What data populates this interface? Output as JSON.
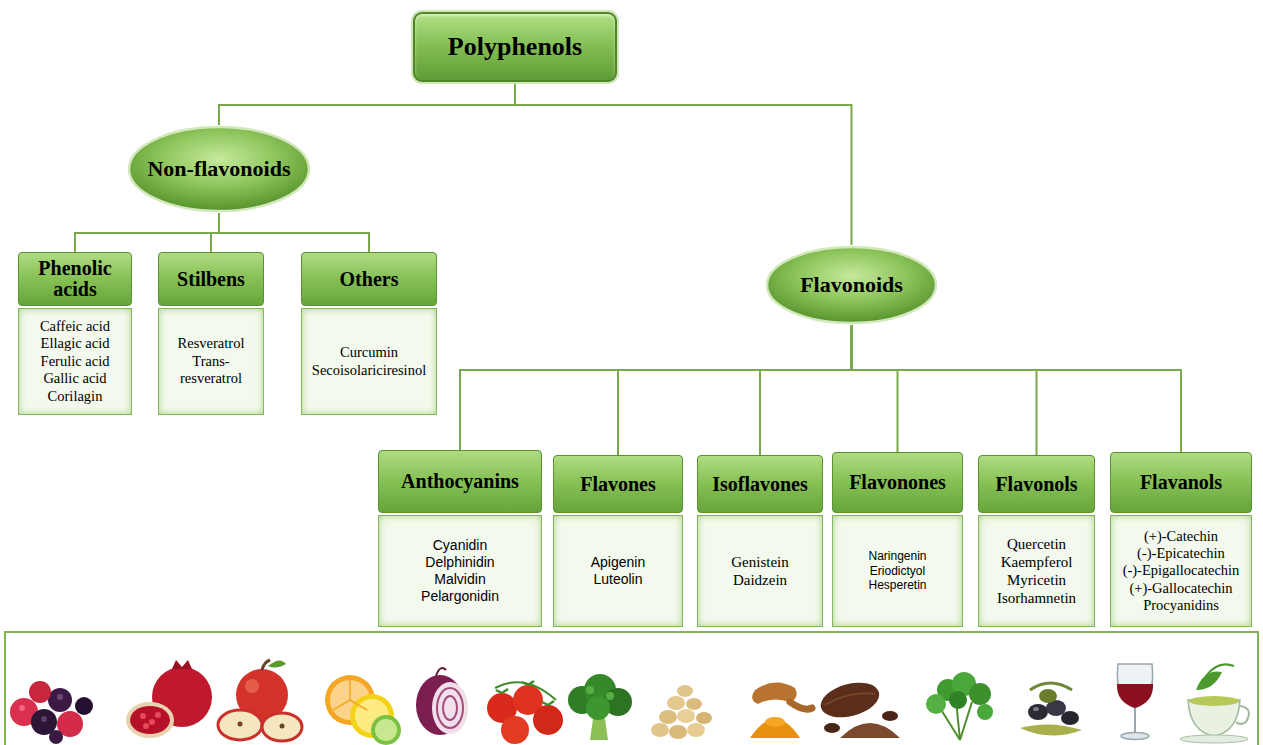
{
  "diagram": {
    "nodes": [
      {
        "text": [
          "Polyphenols"
        ]
      },
      {
        "text": [
          "Non-flavonoids"
        ]
      },
      {
        "text": [
          "Phenolic acids",
          "Caffeic acid",
          "Ellagic acid",
          "Ferulic acid",
          "Gallic acid",
          "Corilagin"
        ]
      },
      {
        "text": [
          "Stilbens",
          "Resveratrol",
          "Trans- resveratrol"
        ]
      },
      {
        "text": [
          "Others",
          "Curcumin",
          "Secoisolariciresinol"
        ]
      },
      {
        "text": [
          "Flavonoids"
        ]
      },
      {
        "text": [
          "Anthocyanins",
          "Cyanidin",
          "Delphinidin",
          "Malvidin",
          "Pelargonidin"
        ]
      },
      {
        "text": [
          "Flavones",
          "Apigenin",
          "Luteolin"
        ]
      },
      {
        "text": [
          "Isoflavones",
          "Genistein",
          "Daidzein"
        ]
      },
      {
        "text": [
          "Flavonones",
          "Naringenin",
          "Eriodictyol",
          "Hesperetin"
        ]
      },
      {
        "text": [
          "Flavonols",
          "Quercetin",
          "Kaempferol",
          "Myricetin",
          "Isorhamnetin"
        ]
      },
      {
        "text": [
          "Flavanols",
          "(+)-Catechin",
          "(-)-Epicatechin",
          "(-)-Epigallocatechin",
          "(+)-Gallocatechin",
          "Procyanidins"
        ]
      }
    ],
    "edges": [
      {
        "from": 0,
        "to": 1,
        "arrow": "none"
      },
      {
        "from": 0,
        "to": 5,
        "arrow": "none"
      },
      {
        "from": 1,
        "to": 2,
        "arrow": "none"
      },
      {
        "from": 1,
        "to": 3,
        "arrow": "none"
      },
      {
        "from": 1,
        "to": 4,
        "arrow": "none"
      },
      {
        "from": 5,
        "to": 6,
        "arrow": "none"
      },
      {
        "from": 5,
        "to": 7,
        "arrow": "none"
      },
      {
        "from": 5,
        "to": 8,
        "arrow": "none"
      },
      {
        "from": 5,
        "to": 9,
        "arrow": "none"
      },
      {
        "from": 5,
        "to": 10,
        "arrow": "none"
      },
      {
        "from": 5,
        "to": 11,
        "arrow": "none"
      }
    ]
  }
}
